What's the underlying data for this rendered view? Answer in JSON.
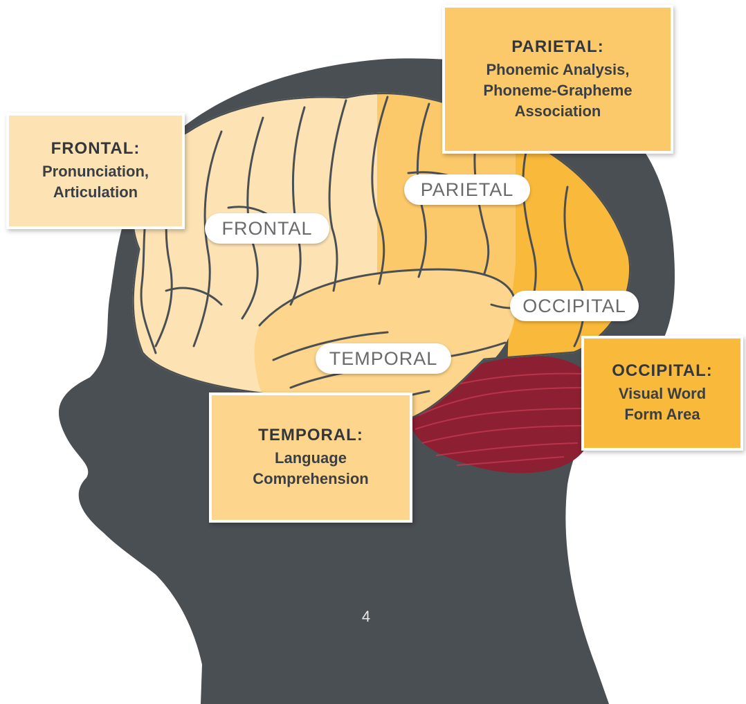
{
  "colors": {
    "silhouette": "#4a4f54",
    "frontal": "#fde3b4",
    "parietal": "#fcc96a",
    "occipital": "#f9b93a",
    "temporal": "#fdd58c",
    "cerebellum": "#8c1f32"
  },
  "region_labels": {
    "frontal": "FRONTAL",
    "parietal": "PARIETAL",
    "occipital": "OCCIPITAL",
    "temporal": "TEMPORAL"
  },
  "callouts": {
    "frontal": {
      "heading": "FRONTAL:",
      "text": "Pronunciation,\nArticulation"
    },
    "parietal": {
      "heading": "PARIETAL:",
      "text": "Phonemic Analysis,\nPhoneme-Grapheme\nAssociation"
    },
    "temporal": {
      "heading": "TEMPORAL:",
      "text": "Language\nComprehension"
    },
    "occipital": {
      "heading": "OCCIPITAL:",
      "text": "Visual Word\nForm Area"
    }
  },
  "page_number": "4"
}
